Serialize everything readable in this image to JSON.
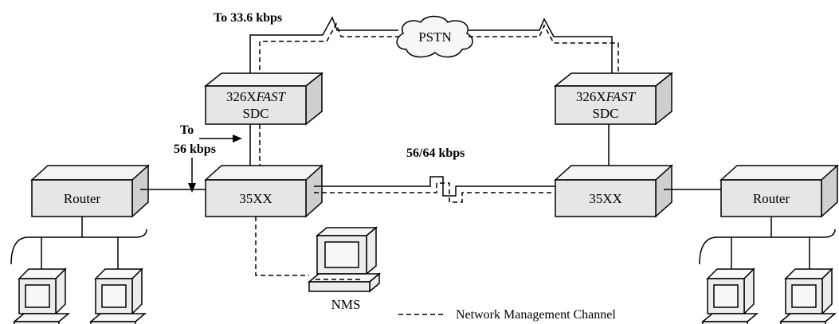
{
  "labels": {
    "to_336": "To 33.6 kbps",
    "pstn": "PSTN",
    "sdc_left_model_num": "326X",
    "sdc_left_model_italic": "FAST",
    "sdc_left_sub": "SDC",
    "sdc_right_model_num": "326X",
    "sdc_right_model_italic": "FAST",
    "sdc_right_sub": "SDC",
    "to_56_line1": "To",
    "to_56_line2": "56 kbps",
    "link_rate": "56/64 kbps",
    "router_left": "Router",
    "router_right": "Router",
    "dsu_left": "35XX",
    "dsu_right": "35XX",
    "nms": "NMS",
    "legend": "Network Management Channel"
  }
}
